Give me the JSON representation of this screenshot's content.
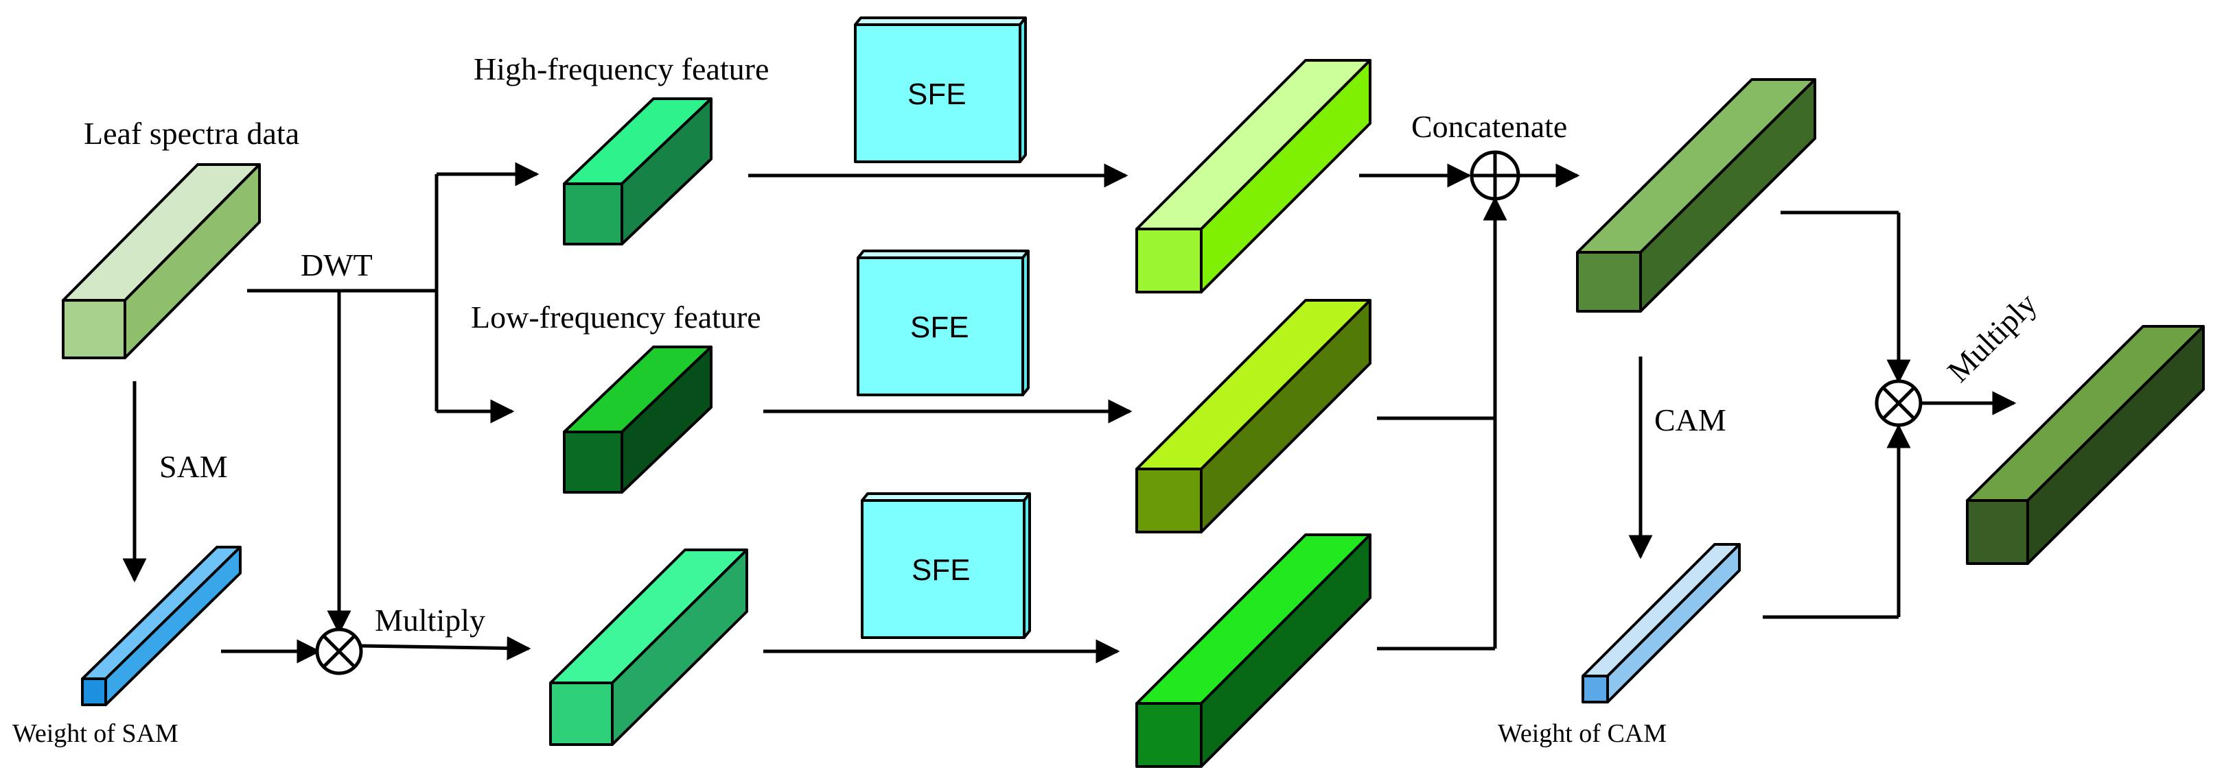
{
  "labels": {
    "input": "Leaf spectra data",
    "dwt": "DWT",
    "sam": "SAM",
    "weight_sam": "Weight of SAM",
    "multiply_1": "Multiply",
    "high_freq": "High-frequency feature",
    "low_freq": "Low-frequency feature",
    "sfe_1": "SFE",
    "sfe_2": "SFE",
    "sfe_3": "SFE",
    "concatenate": "Concatenate",
    "cam": "CAM",
    "weight_cam": "Weight of CAM",
    "multiply_2": "Multiply"
  },
  "blocks": {
    "input": {
      "front": "#a9d18e",
      "top": "#d3e8c6",
      "side": "#8fbe6d"
    },
    "weight_sam": {
      "front": "#1e90e0",
      "top": "#6ec2f5",
      "side": "#3aa6ea"
    },
    "high_freq": {
      "front": "#1fa65a",
      "top": "#2ef28c",
      "side": "#168246"
    },
    "low_freq": {
      "front": "#0a6b24",
      "top": "#1ecb2c",
      "side": "#064f1a"
    },
    "sam_weighted": {
      "front": "#2ed07a",
      "top": "#3ff79b",
      "side": "#24a864"
    },
    "sfe_high_out": {
      "front": "#9cf531",
      "top": "#ccff99",
      "side": "#7ff001"
    },
    "sfe_low_out": {
      "front": "#6b9a08",
      "top": "#b6f51c",
      "side": "#527a06"
    },
    "sfe_sam_out": {
      "front": "#0b8a1b",
      "top": "#22e81e",
      "side": "#076815"
    },
    "concat_out": {
      "front": "#568a3a",
      "top": "#86ba63",
      "side": "#3d6a26"
    },
    "weight_cam": {
      "front": "#5aa8e8",
      "top": "#c7e3f8",
      "side": "#8fc6f0"
    },
    "final_out": {
      "front": "#385e26",
      "top": "#6ea044",
      "side": "#2a4a1c"
    },
    "sfe_box": {
      "front": "#7dffff",
      "top": "#c6ffff",
      "side": "#5ee8e8"
    }
  }
}
